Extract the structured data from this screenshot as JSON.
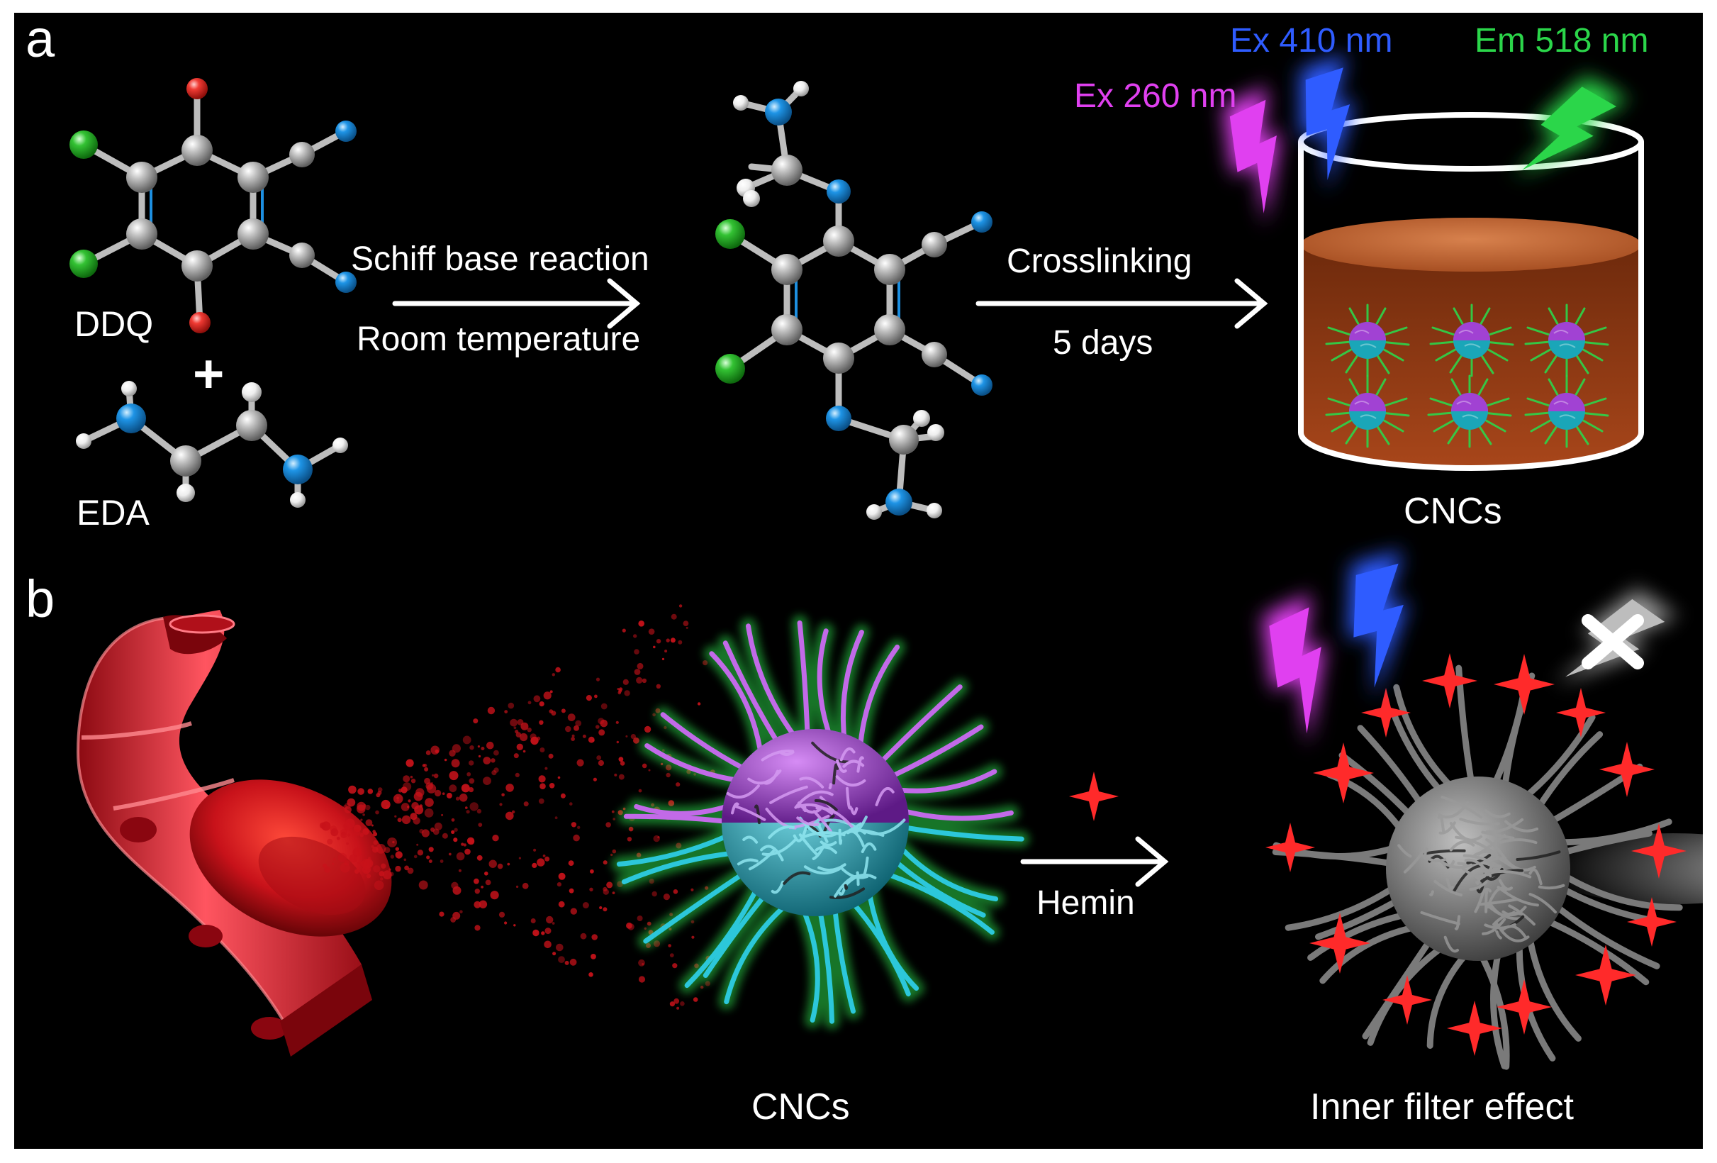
{
  "colors": {
    "background": "#000000",
    "frame": "#ffffff",
    "text": "#ffffff",
    "carbon": "#9a9a9a",
    "oxygen": "#e8322e",
    "chlorine": "#2db52d",
    "nitrogen": "#1d8fe0",
    "hydrogen": "#f2f2f2",
    "uv_violet": "#e040f0",
    "excitation_blue": "#2f5cff",
    "emission_green": "#2bd64a",
    "blood": "#c8121a",
    "hemin": "#ff2a2a",
    "cnc_top": "#9b3fc8",
    "cnc_bottom": "#1aa6b8",
    "solution": "#8c3410"
  },
  "panel_a": {
    "letter": "a",
    "ddq_label": "DDQ",
    "plus": "+",
    "eda_label": "EDA",
    "arrow1_top": "Schiff base reaction",
    "arrow1_bottom": "Room temperature",
    "arrow2_top": "Crosslinking",
    "arrow2_bottom": "5 days",
    "ex1_label": "Ex 410 nm",
    "ex2_label": "Ex 260 nm",
    "em_label": "Em 518 nm",
    "product_label": "CNCs"
  },
  "panel_b": {
    "letter": "b",
    "arrow_label": "Hemin",
    "cnc_label": "CNCs",
    "effect_label": "Inner filter effect"
  },
  "icons": [
    "lightning-bolt-icon",
    "cross-icon",
    "star-icon"
  ]
}
